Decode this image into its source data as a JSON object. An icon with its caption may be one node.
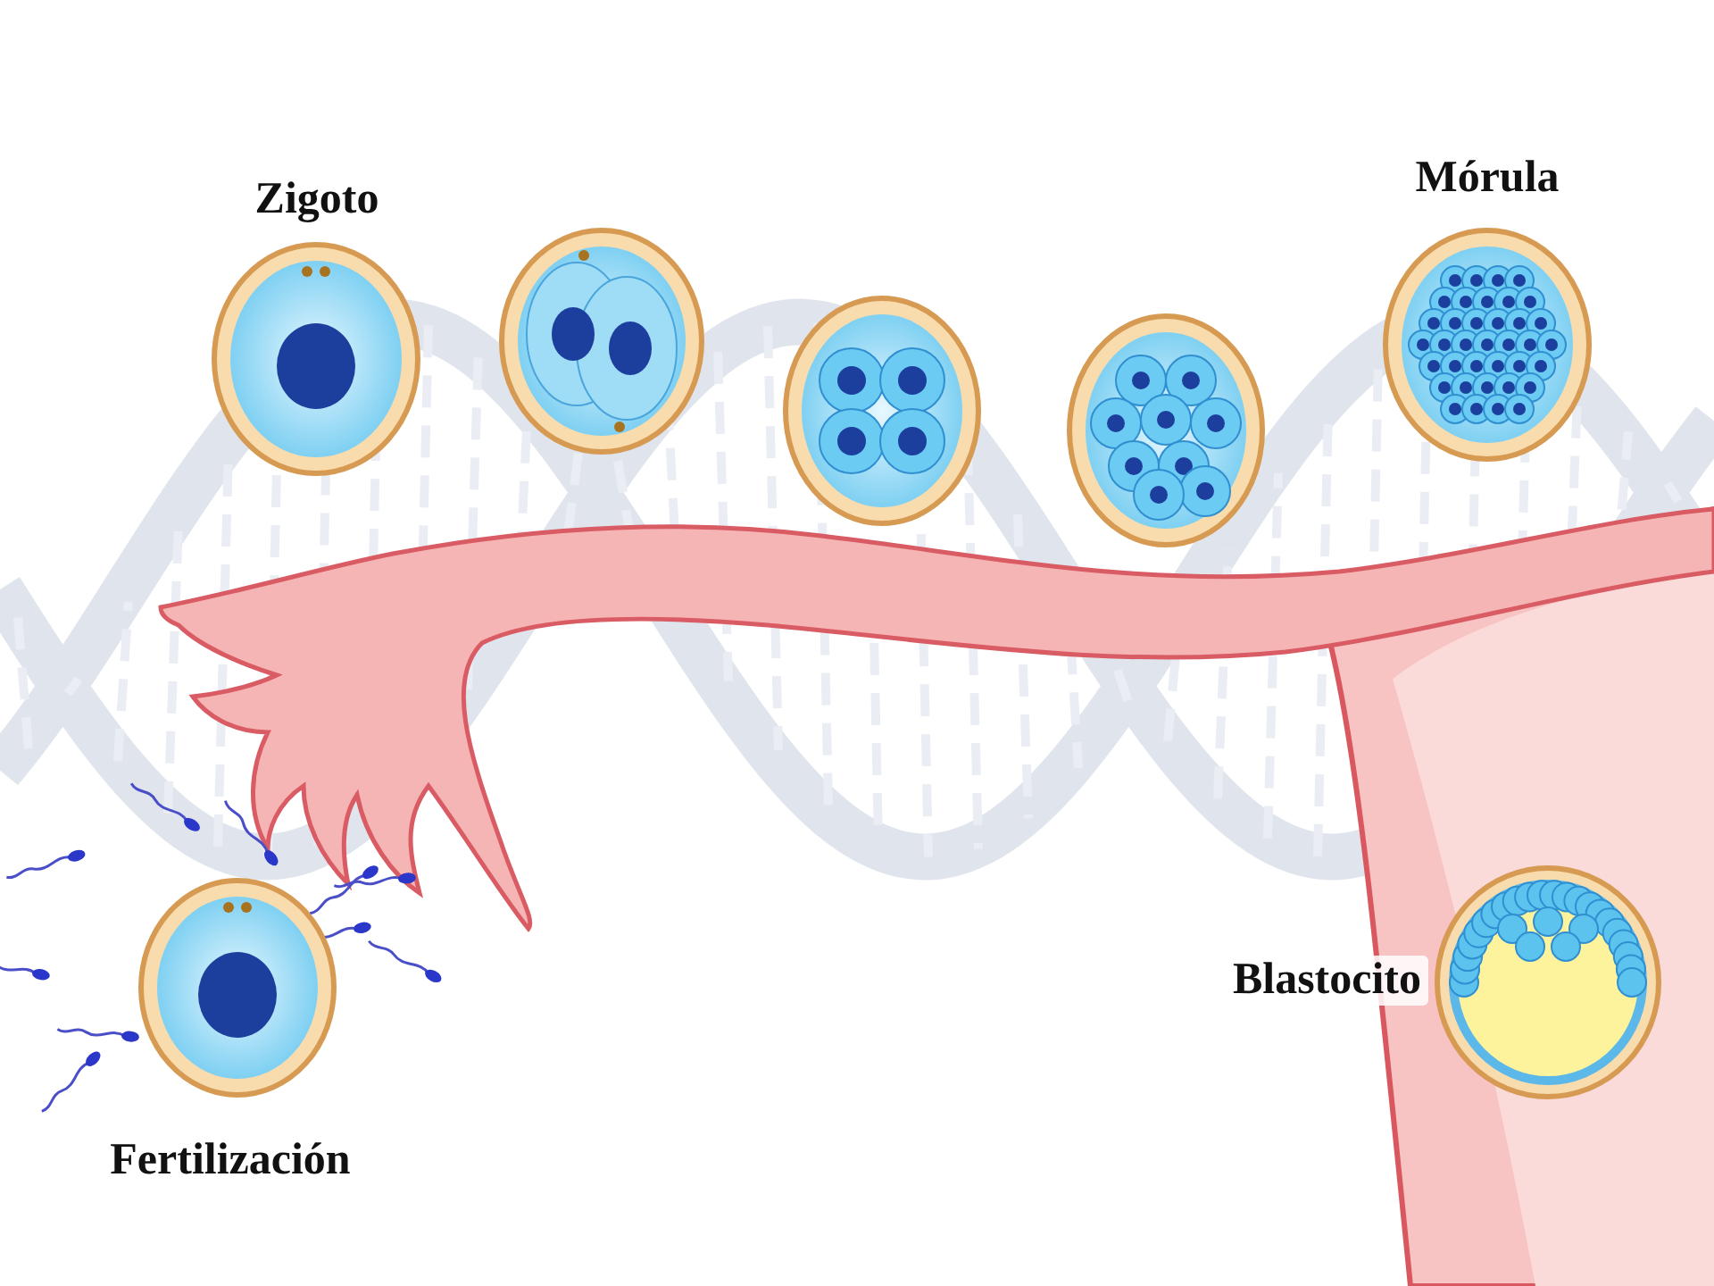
{
  "diagram": {
    "nodes": [
      {
        "text": [
          "Zigoto"
        ]
      },
      {
        "text": [],
        "shape": "circle"
      },
      {
        "text": [],
        "shape": "circle"
      },
      {
        "text": [],
        "shape": "circle"
      },
      {
        "text": [
          "Mórula"
        ]
      },
      {
        "text": [
          "Fertilización"
        ]
      },
      {
        "text": [
          "Blastocito"
        ]
      }
    ]
  }
}
